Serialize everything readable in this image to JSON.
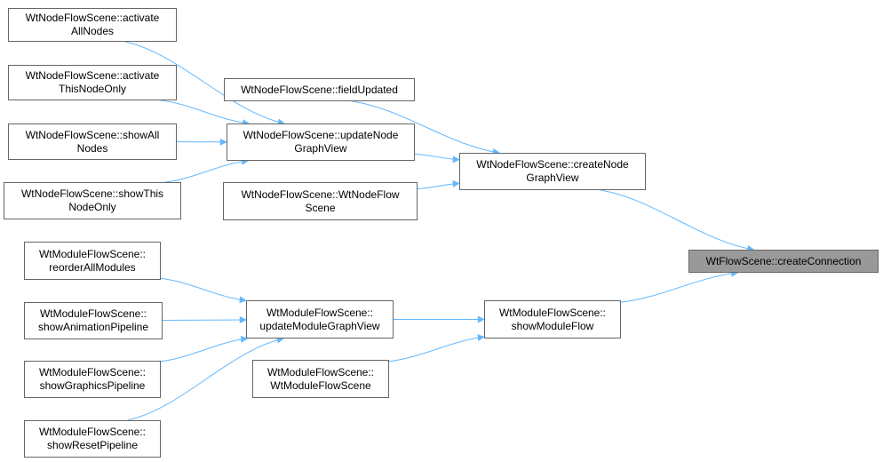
{
  "graph": {
    "edge_color": "#63b8ff",
    "focus_fill": "#999999",
    "node_border": "#666666",
    "nodes": {
      "n_activate_all": {
        "line1": "WtNodeFlowScene::activate",
        "line2": "AllNodes"
      },
      "n_activate_this": {
        "line1": "WtNodeFlowScene::activate",
        "line2": "ThisNodeOnly"
      },
      "n_show_all": {
        "line1": "WtNodeFlowScene::showAll",
        "line2": "Nodes"
      },
      "n_show_this": {
        "line1": "WtNodeFlowScene::showThis",
        "line2": "NodeOnly"
      },
      "n_field_updated": {
        "line1": "WtNodeFlowScene::fieldUpdated",
        "line2": ""
      },
      "n_update_node_graph": {
        "line1": "WtNodeFlowScene::updateNode",
        "line2": "GraphView"
      },
      "n_node_ctor": {
        "line1": "WtNodeFlowScene::WtNodeFlow",
        "line2": "Scene"
      },
      "n_create_node_graph": {
        "line1": "WtNodeFlowScene::createNode",
        "line2": "GraphView"
      },
      "n_create_connection": {
        "line1": "WtFlowScene::createConnection",
        "line2": ""
      },
      "n_reorder": {
        "line1": "WtModuleFlowScene::",
        "line2": "reorderAllModules"
      },
      "n_show_anim": {
        "line1": "WtModuleFlowScene::",
        "line2": "showAnimationPipeline"
      },
      "n_show_graphics": {
        "line1": "WtModuleFlowScene::",
        "line2": "showGraphicsPipeline"
      },
      "n_show_reset": {
        "line1": "WtModuleFlowScene::",
        "line2": "showResetPipeline"
      },
      "n_update_module_graph": {
        "line1": "WtModuleFlowScene::",
        "line2": "updateModuleGraphView"
      },
      "n_module_ctor": {
        "line1": "WtModuleFlowScene::",
        "line2": "WtModuleFlowScene"
      },
      "n_show_module_flow": {
        "line1": "WtModuleFlowScene::",
        "line2": "showModuleFlow"
      }
    },
    "edges": [
      [
        "n_activate_all",
        "n_update_node_graph"
      ],
      [
        "n_activate_this",
        "n_update_node_graph"
      ],
      [
        "n_show_all",
        "n_update_node_graph"
      ],
      [
        "n_show_this",
        "n_update_node_graph"
      ],
      [
        "n_field_updated",
        "n_create_node_graph"
      ],
      [
        "n_update_node_graph",
        "n_create_node_graph"
      ],
      [
        "n_node_ctor",
        "n_create_node_graph"
      ],
      [
        "n_create_node_graph",
        "n_create_connection"
      ],
      [
        "n_reorder",
        "n_update_module_graph"
      ],
      [
        "n_show_anim",
        "n_update_module_graph"
      ],
      [
        "n_show_graphics",
        "n_update_module_graph"
      ],
      [
        "n_show_reset",
        "n_update_module_graph"
      ],
      [
        "n_update_module_graph",
        "n_show_module_flow"
      ],
      [
        "n_module_ctor",
        "n_show_module_flow"
      ],
      [
        "n_show_module_flow",
        "n_create_connection"
      ]
    ]
  }
}
